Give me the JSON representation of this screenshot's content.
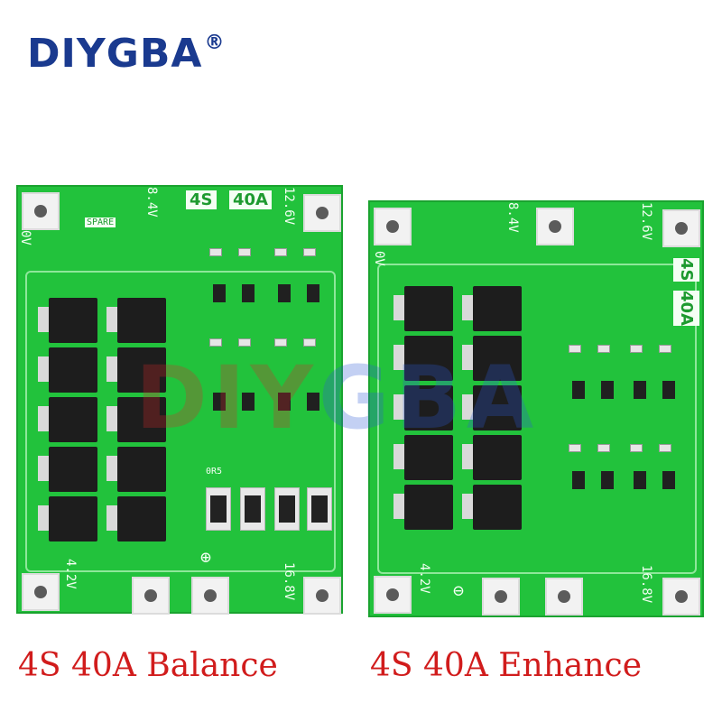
{
  "brand": {
    "name": "DIYGBA",
    "registered_mark": "®"
  },
  "watermark": {
    "part_red": "DIY",
    "part_blue": "GBA"
  },
  "left_board": {
    "badge_cells": "4S",
    "badge_current": "40A",
    "label_top_left_v": "8.4V",
    "label_top_right_v": "12.6V",
    "label_0v": "0V",
    "label_bottom_left_v": "4.2V",
    "label_bottom_right_v": "16.8V",
    "label_spare": "SPARE",
    "resistor_label": "0R5",
    "plus_symbol": "⊕"
  },
  "right_board": {
    "badge_cells": "4S",
    "badge_current": "40A",
    "label_top_left_v": "8.4V",
    "label_top_right_v": "12.6V",
    "label_0v": "0V",
    "label_bottom_left_v": "4.2V",
    "label_bottom_right_v": "16.8V",
    "minus_symbol": "⊖"
  },
  "captions": {
    "left": "4S 40A Balance",
    "right": "4S 40A Enhance"
  },
  "colors": {
    "board_green": "#22c23c",
    "brand_blue": "#1a3a8f",
    "caption_red": "#d11c1c"
  }
}
